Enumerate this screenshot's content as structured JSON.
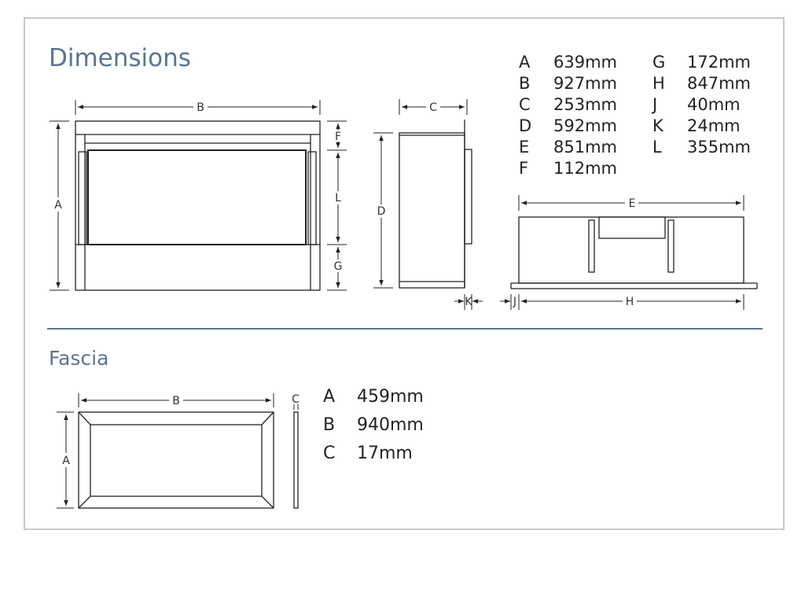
{
  "sections": {
    "dimensions_title": "Dimensions",
    "fascia_title": "Fascia"
  },
  "dimensions": {
    "col1": [
      {
        "key": "A",
        "value": "639mm"
      },
      {
        "key": "B",
        "value": "927mm"
      },
      {
        "key": "C",
        "value": "253mm"
      },
      {
        "key": "D",
        "value": "592mm"
      },
      {
        "key": "E",
        "value": "851mm"
      },
      {
        "key": "F",
        "value": "112mm"
      }
    ],
    "col2": [
      {
        "key": "G",
        "value": "172mm"
      },
      {
        "key": "H",
        "value": "847mm"
      },
      {
        "key": "J",
        "value": "40mm"
      },
      {
        "key": "K",
        "value": "24mm"
      },
      {
        "key": "L",
        "value": "355mm"
      }
    ]
  },
  "fascia": [
    {
      "key": "A",
      "value": "459mm"
    },
    {
      "key": "B",
      "value": "940mm"
    },
    {
      "key": "C",
      "value": "17mm"
    }
  ],
  "drawing_labels": {
    "A": "A",
    "B": "B",
    "C": "C",
    "D": "D",
    "E": "E",
    "F": "F",
    "G": "G",
    "H": "H",
    "J": "J",
    "K": "K",
    "L": "L"
  },
  "colors": {
    "heading": "#5a7592",
    "frame": "#c8c8c8",
    "line": "#222222"
  }
}
